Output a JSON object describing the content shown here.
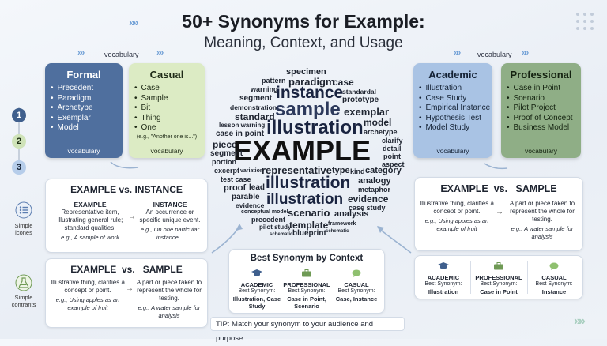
{
  "header": {
    "title": "50+ Synonyms for Example:",
    "subtitle": "Meaning, Context, and Usage",
    "chevrons": "»»"
  },
  "vocab_label": "vocabulary",
  "cards": {
    "formal": {
      "title": "Formal",
      "items": [
        "Precedent",
        "Paradigm",
        "Archetype",
        "Exemplar",
        "Model"
      ],
      "footer": "vocabulary"
    },
    "casual": {
      "title": "Casual",
      "items": [
        "Case",
        "Sample",
        "Bit",
        "Thing",
        "One"
      ],
      "note": "(e.g., \"Another one is...\")",
      "footer": "vocabulary"
    },
    "academic": {
      "title": "Academic",
      "items": [
        "Illustration",
        "Case Study",
        "Empirical Instance",
        "Hypothesis Test",
        "Model Study"
      ],
      "footer": "vocabulary"
    },
    "professional": {
      "title": "Professional",
      "items": [
        "Case in Point",
        "Scenario",
        "Pilot Project",
        "Proof of Concept",
        "Business Model"
      ],
      "footer": "vocabulary"
    }
  },
  "steps": [
    "1",
    "2",
    "3"
  ],
  "side_labels": {
    "icons": "Simple icones",
    "contrasts": "Simple contrants"
  },
  "compare_instance": {
    "title": "EXAMPLE vs. INSTANCE",
    "left": {
      "head": "EXAMPLE",
      "text": "Representative item, illustrating general rule; standard qualities.",
      "eg": "e.g., A sample of work"
    },
    "right": {
      "head": "INSTANCE",
      "text": "An occurrence or specific unique event.",
      "eg": "e.g., On one particular instance..."
    }
  },
  "compare_sample_left": {
    "title_a": "EXAMPLE",
    "title_vs": "vs.",
    "title_b": "SAMPLE",
    "left": {
      "text": "Illustrative thing, clarifies a concept or point.",
      "eg": "e.g., Using apples as an example of fruit"
    },
    "right": {
      "text": "A part or piece taken to represent the whole for testing.",
      "eg": "e.g., A water sample for analysis"
    }
  },
  "compare_sample_right": {
    "title_a": "EXAMPLE",
    "title_vs": "vs.",
    "title_b": "SAMPLE",
    "left": {
      "text": "Illustrative thing, clarifies a concept or point.",
      "eg": "e.g., Using apples as an example of fruit"
    },
    "right": {
      "text": "A part or piece taken to represent the whole for testing.",
      "eg": "e.g., A water sample for analysis"
    }
  },
  "best_context": {
    "title": "Best Synonym by Context",
    "cols": [
      {
        "head": "ACADEMIC",
        "label": "Best Synonym:",
        "value": "Illustration, Case Study"
      },
      {
        "head": "PROFESSIONAL",
        "label": "Best Synonym:",
        "value": "Case in Point, Scenario"
      },
      {
        "head": "CASUAL",
        "label": "Best Synonym:",
        "value": "Case, Instance"
      }
    ]
  },
  "right_context": {
    "cols": [
      {
        "head": "ACADEMIC",
        "label": "Best Synonym:",
        "value": "Illustration"
      },
      {
        "head": "PROFESSIONAL",
        "label": "Best Synonym:",
        "value": "Case in Point"
      },
      {
        "head": "CASUAL",
        "label": "Best Synonym:",
        "value": "Instance"
      }
    ]
  },
  "tip": "TIP: Match your synonym to your audience and purpose.",
  "cloud": {
    "specimen": "specimen",
    "pattern": "pattern",
    "paradigm": "paradigm",
    "case1": "case",
    "warning": "warning",
    "instance": "instance",
    "standard_sm": "standardal",
    "segment": "segment",
    "prototype": "prototype",
    "demonstration": "demonstration",
    "sample": "sample",
    "exemplar": "exemplar",
    "standard": "standard",
    "model": "model",
    "lesson": "lesson warning",
    "illustration1": "illustration",
    "archetype": "archetype",
    "caseinpoint": "case in point",
    "clarify": "clarify",
    "piece": "piece",
    "detail": "detail",
    "example": "EXAMPLE",
    "point": "point",
    "segment2": "segment",
    "portion": "portion",
    "aspect": "aspect",
    "excerpt": "excerpt",
    "variation": "variation",
    "representative": "representative",
    "type": "type",
    "kind": "kind",
    "category": "category",
    "testcase": "test case",
    "analogy": "analogy",
    "proof": "proof",
    "lead": "lead",
    "illustration2": "illustration",
    "metaphor": "metaphor",
    "parable": "parable",
    "evidence": "evidence",
    "illustration3": "illustration",
    "evidence2": "evidence",
    "casestudy": "case study",
    "conceptual": "conceptual model",
    "precedent": "precedent",
    "scenario": "scenario",
    "analysis": "analysis",
    "pilot": "pilot study",
    "schematic": "schematic",
    "template": "template",
    "framework": "framework",
    "blueprint": "blueprint",
    "schematic2": "schematic"
  },
  "colors": {
    "formal": "#4f6f9e",
    "casual": "#dcebc4",
    "academic": "#a9c3e4",
    "professional": "#8fae86",
    "accent": "#6f9fd6"
  }
}
